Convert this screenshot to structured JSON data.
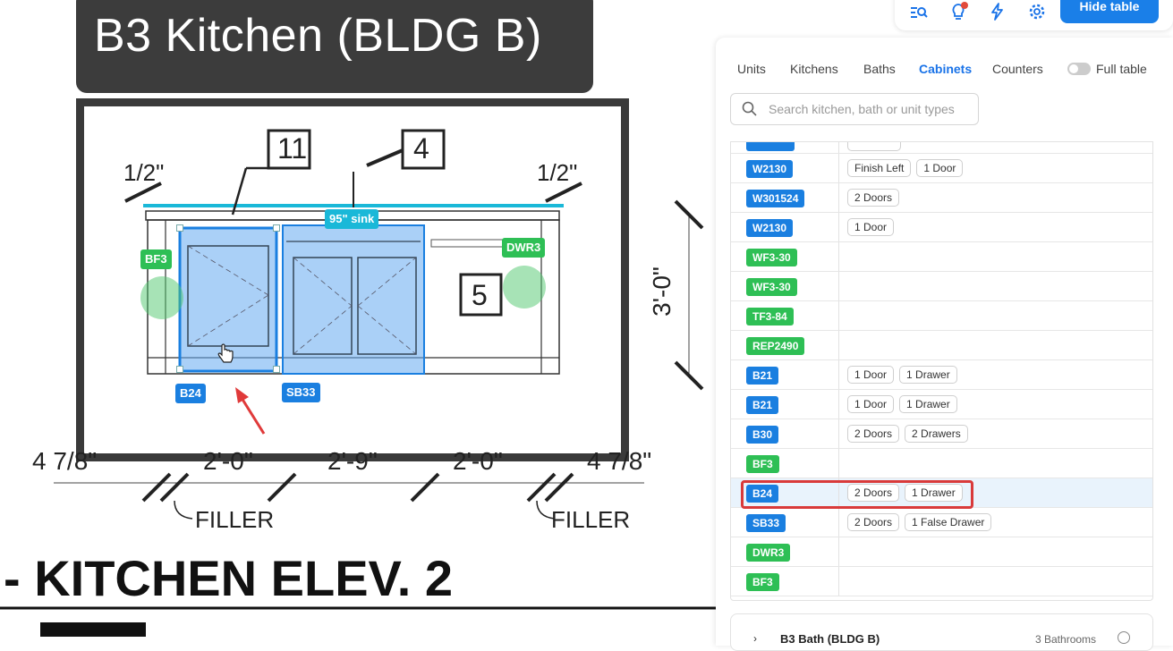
{
  "drawing": {
    "title": "B3 Kitchen (BLDG B)",
    "elevation_title": "- KITCHEN ELEV. 2",
    "callout_11": "11",
    "callout_4": "4",
    "callout_5": "5",
    "dim_half_left": "1/2\"",
    "dim_half_right": "1/2\"",
    "dim_height": "3'-0\"",
    "dim_bottom_left": "4 7/8\"",
    "dim_bottom_right": "4 7/8\"",
    "dim_2_0_a": "2'-0\"",
    "dim_2_9": "2'-9\"",
    "dim_2_0_b": "2'-0\"",
    "filler_left": "FILLER",
    "filler_right": "FILLER",
    "tags": {
      "bf3": "BF3",
      "dwr3": "DWR3",
      "b24": "B24",
      "sb33": "SB33",
      "sink": "95\" sink"
    }
  },
  "toolbar": {
    "hide_table_label": "Hide table",
    "icons": [
      "search-list-icon",
      "lightbulb-icon",
      "lightning-icon",
      "gear-icon"
    ]
  },
  "panel": {
    "tabs": [
      "Units",
      "Kitchens",
      "Baths",
      "Cabinets",
      "Counters"
    ],
    "active_tab": "Cabinets",
    "full_table_label": "Full table",
    "search_placeholder": "Search kitchen, bath or unit types",
    "rows": [
      {
        "code": "W2130",
        "color": "blue",
        "chips": [
          "Finish Left",
          "1 Door"
        ]
      },
      {
        "code": "W301524",
        "color": "blue",
        "chips": [
          "2 Doors"
        ]
      },
      {
        "code": "W2130",
        "color": "blue",
        "chips": [
          "1 Door"
        ]
      },
      {
        "code": "WF3-30",
        "color": "green",
        "chips": []
      },
      {
        "code": "WF3-30",
        "color": "green",
        "chips": []
      },
      {
        "code": "TF3-84",
        "color": "green",
        "chips": []
      },
      {
        "code": "REP2490",
        "color": "green",
        "chips": []
      },
      {
        "code": "B21",
        "color": "blue",
        "chips": [
          "1 Door",
          "1 Drawer"
        ]
      },
      {
        "code": "B21",
        "color": "blue",
        "chips": [
          "1 Door",
          "1 Drawer"
        ]
      },
      {
        "code": "B30",
        "color": "blue",
        "chips": [
          "2 Doors",
          "2 Drawers"
        ]
      },
      {
        "code": "BF3",
        "color": "green",
        "chips": []
      },
      {
        "code": "B24",
        "color": "blue",
        "chips": [
          "2 Doors",
          "1 Drawer"
        ],
        "selected": true
      },
      {
        "code": "SB33",
        "color": "blue",
        "chips": [
          "2 Doors",
          "1 False Drawer"
        ]
      },
      {
        "code": "DWR3",
        "color": "green",
        "chips": []
      },
      {
        "code": "BF3",
        "color": "green",
        "chips": []
      }
    ],
    "next_card_title": "B3 Bath (BLDG B)",
    "next_card_count": "3 Bathrooms"
  }
}
